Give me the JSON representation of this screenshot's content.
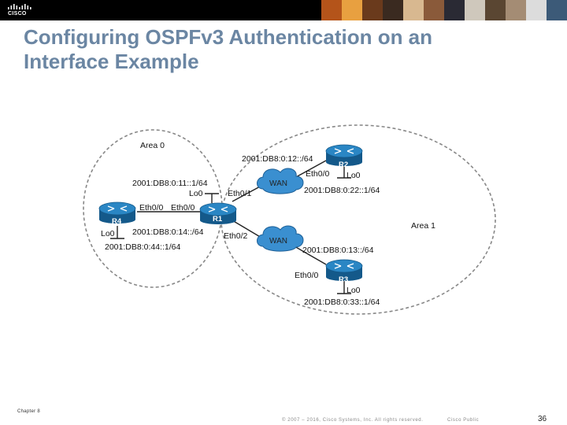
{
  "header": {
    "logo_text": "CISCO",
    "banner_colors": [
      "#b4541a",
      "#e8a040",
      "#6a3a1c",
      "#3a2a20",
      "#d8b890",
      "#8a5a3a",
      "#2a2a34",
      "#cfc8bc",
      "#5a4632",
      "#a48c74",
      "#dcdcdc",
      "#3c5a78"
    ]
  },
  "slide": {
    "title": "Configuring OSPFv3 Authentication on an Interface Example"
  },
  "diagram": {
    "areas": {
      "area0": "Area 0",
      "area1": "Area 1"
    },
    "routers": {
      "r1": "R1",
      "r2": "R2",
      "r3": "R3",
      "r4": "R4"
    },
    "clouds": {
      "wan_top": "WAN",
      "wan_bottom": "WAN"
    },
    "labels": {
      "r1_lo0_addr": "2001:DB8:0:11::1/64",
      "r1_lo0": "Lo0",
      "r1_eth00": "Eth0/0",
      "r1_eth01": "Eth0/1",
      "r1_eth02": "Eth0/2",
      "r1_r4_net": "2001:DB8:0:14::/64",
      "r4_eth00": "Eth0/0",
      "r4_lo0": "Lo0",
      "r4_lo0_addr": "2001:DB8:0:44::1/64",
      "r1_r2_net": "2001:DB8:0:12::/64",
      "r2_eth00": "Eth0/0",
      "r2_lo0": "Lo0",
      "r2_lo0_addr": "2001:DB8:0:22::1/64",
      "r1_r3_net": "2001:DB8:0:13::/64",
      "r3_eth00": "Eth0/0",
      "r3_lo0": "Lo0",
      "r3_lo0_addr": "2001:DB8:0:33::1/64"
    },
    "colors": {
      "router": "#1a6fa8",
      "cloud": "#3a8fd0",
      "area_border": "#888888"
    }
  },
  "footer": {
    "chapter": "Chapter 8",
    "copyright": "© 2007 – 2016, Cisco Systems, Inc. All rights reserved.",
    "classification": "Cisco Public",
    "page_number": "36"
  }
}
